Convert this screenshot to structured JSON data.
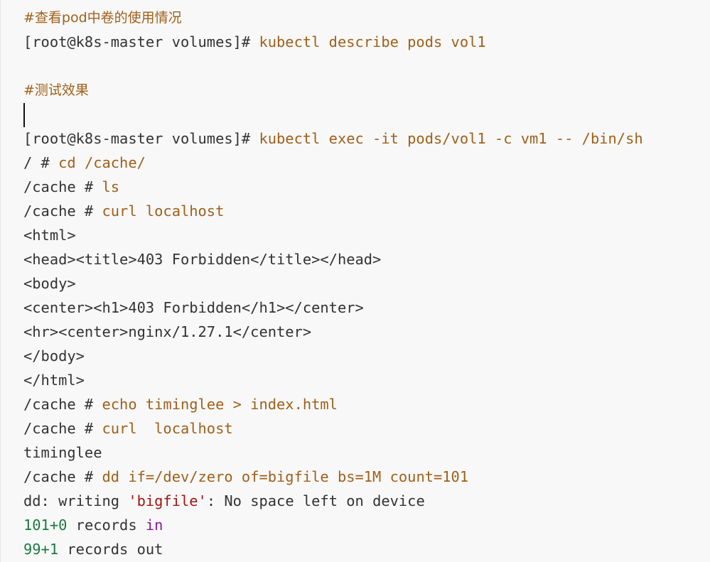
{
  "colors": {
    "background": "#f8f8f8",
    "keyword_orange": "#a0601a",
    "text_dark": "#333333",
    "string_red": "#a31515",
    "number_green": "#1b7a3f",
    "keyword_purple": "#8a1b9a"
  },
  "code": {
    "lines": [
      {
        "id": "line-1",
        "segments": [
          {
            "text": "#查看pod中卷的使用情况",
            "color": "orange"
          }
        ],
        "comment": true
      },
      {
        "id": "line-2",
        "segments": [
          {
            "text": "[root@k8s-master volumes]#",
            "color": "dark"
          },
          {
            "text": " kubectl describe pods vol1",
            "color": "orange"
          }
        ]
      },
      {
        "id": "line-3",
        "segments": []
      },
      {
        "id": "line-4",
        "segments": [
          {
            "text": "#测试效果",
            "color": "orange"
          }
        ],
        "comment": true
      },
      {
        "id": "line-5",
        "segments": []
      },
      {
        "id": "line-6",
        "segments": [
          {
            "text": "[root@k8s-master volumes]#",
            "color": "dark"
          },
          {
            "text": " kubectl exec -it pods/vol1 -c vm1 -- /bin/sh",
            "color": "orange"
          }
        ]
      },
      {
        "id": "line-7",
        "segments": [
          {
            "text": "/ #",
            "color": "dark"
          },
          {
            "text": " cd /cache/",
            "color": "orange"
          }
        ]
      },
      {
        "id": "line-8",
        "segments": [
          {
            "text": "/cache #",
            "color": "dark"
          },
          {
            "text": " ls",
            "color": "orange"
          }
        ]
      },
      {
        "id": "line-9",
        "segments": [
          {
            "text": "/cache #",
            "color": "dark"
          },
          {
            "text": " curl localhost",
            "color": "orange"
          }
        ]
      },
      {
        "id": "line-10",
        "segments": [
          {
            "text": "<html>",
            "color": "dark"
          }
        ]
      },
      {
        "id": "line-11",
        "segments": [
          {
            "text": "<head><title>403 Forbidden</title></head>",
            "color": "dark"
          }
        ]
      },
      {
        "id": "line-12",
        "segments": [
          {
            "text": "<body>",
            "color": "dark"
          }
        ]
      },
      {
        "id": "line-13",
        "segments": [
          {
            "text": "<center><h1>403 Forbidden</h1></center>",
            "color": "dark"
          }
        ]
      },
      {
        "id": "line-14",
        "segments": [
          {
            "text": "<hr><center>nginx/1.27.1</center>",
            "color": "dark"
          }
        ]
      },
      {
        "id": "line-15",
        "segments": [
          {
            "text": "</body>",
            "color": "dark"
          }
        ]
      },
      {
        "id": "line-16",
        "segments": [
          {
            "text": "</html>",
            "color": "dark"
          }
        ]
      },
      {
        "id": "line-17",
        "segments": [
          {
            "text": "/cache #",
            "color": "dark"
          },
          {
            "text": " echo timinglee > index.html",
            "color": "orange"
          }
        ]
      },
      {
        "id": "line-18",
        "segments": [
          {
            "text": "/cache #",
            "color": "dark"
          },
          {
            "text": " curl  localhost",
            "color": "orange"
          }
        ]
      },
      {
        "id": "line-19",
        "segments": [
          {
            "text": "timinglee",
            "color": "dark"
          }
        ]
      },
      {
        "id": "line-20",
        "segments": [
          {
            "text": "/cache #",
            "color": "dark"
          },
          {
            "text": " dd if=/dev/zero of=bigfile bs=1M count=101",
            "color": "orange"
          }
        ]
      },
      {
        "id": "line-21",
        "segments": [
          {
            "text": "dd: writing ",
            "color": "dark"
          },
          {
            "text": "'bigfile'",
            "color": "red"
          },
          {
            "text": ": No space left on device",
            "color": "dark"
          }
        ]
      },
      {
        "id": "line-22",
        "segments": [
          {
            "text": "101+0",
            "color": "green"
          },
          {
            "text": " records ",
            "color": "dark"
          },
          {
            "text": "in",
            "color": "purple"
          }
        ]
      },
      {
        "id": "line-23",
        "segments": [
          {
            "text": "99+1",
            "color": "green"
          },
          {
            "text": " records out",
            "color": "dark"
          }
        ]
      }
    ]
  }
}
